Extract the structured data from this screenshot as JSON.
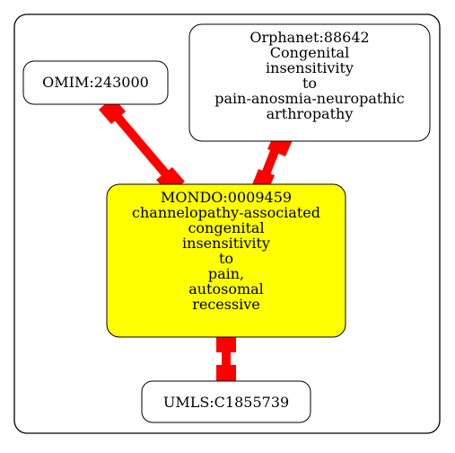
{
  "colors": {
    "background": "#ffffff",
    "cluster_border": "#000000",
    "node_fill_default": "#ffffff",
    "node_fill_focus": "#ffff00",
    "node_border": "#000000",
    "edge": "#ff0000",
    "text": "#000000"
  },
  "nodes": {
    "omim": {
      "lines": [
        "OMIM:243000"
      ]
    },
    "orphanet": {
      "lines": [
        "Orphanet:88642",
        "Congenital",
        "insensitivity",
        "to",
        "pain-anosmia-neuropathic",
        "arthropathy"
      ]
    },
    "mondo": {
      "lines": [
        "MONDO:0009459",
        "channelopathy-associated",
        "congenital",
        "insensitivity",
        "to",
        "pain,",
        "autosomal",
        "recessive"
      ]
    },
    "umls": {
      "lines": [
        "UMLS:C1855739"
      ]
    }
  }
}
